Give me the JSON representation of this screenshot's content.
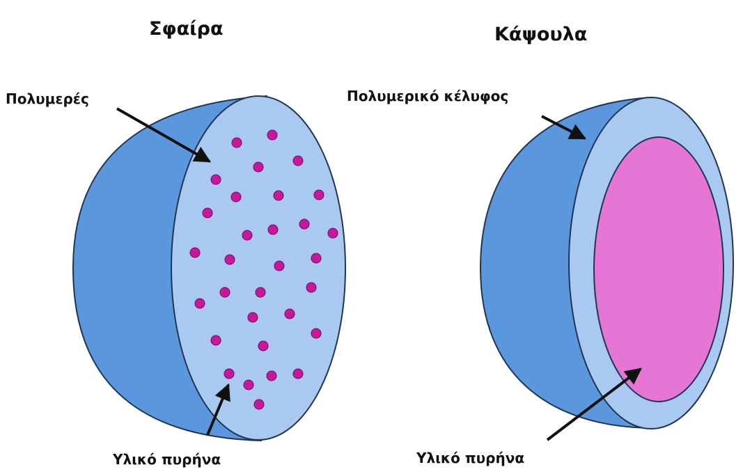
{
  "left_panel": {
    "title": "Σφαίρα",
    "wall_label": "Πολυμερές",
    "core_label": "Υλικό πυρήνα"
  },
  "right_panel": {
    "title": "Κάψουλα",
    "shell_label": "Πολυμερικό κέλυφος",
    "core_label": "Υλικό πυρήνα"
  },
  "colors": {
    "outer_shell": "#5b97dd",
    "cut_face": "#a9c9f0",
    "core": "#e676d5",
    "particle": "#c8179e",
    "outline": "#1f3550"
  }
}
